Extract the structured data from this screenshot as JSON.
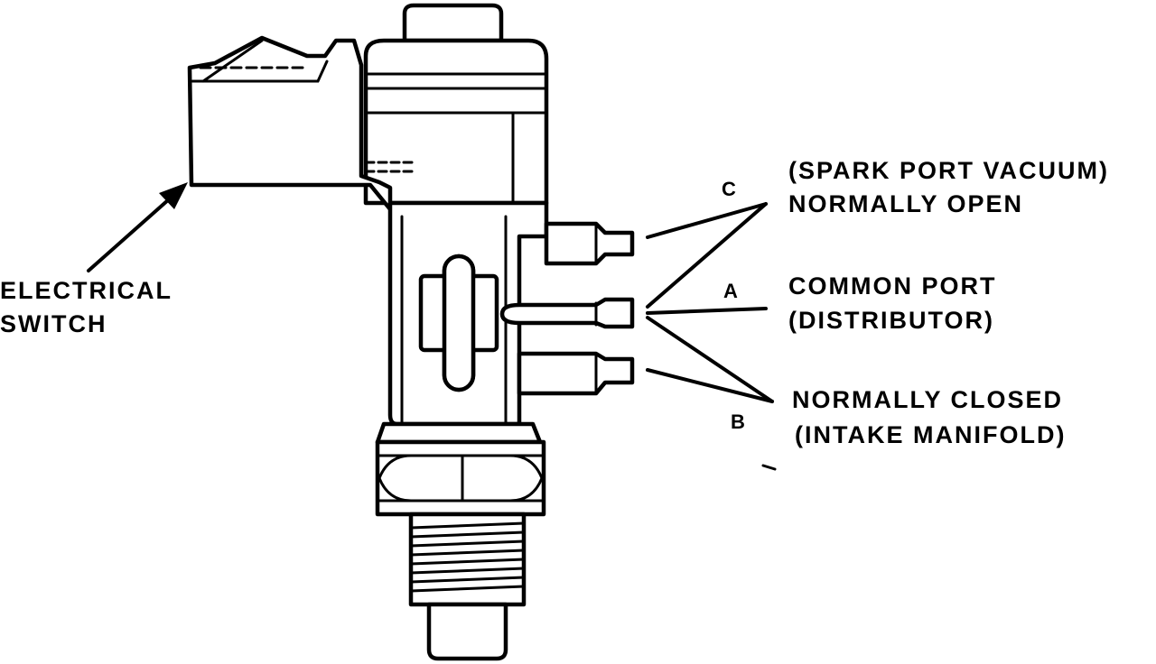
{
  "labels": {
    "electrical_switch": [
      "ELECTRICAL",
      "SWITCH"
    ],
    "port_c": {
      "letter": "C",
      "lines": [
        "(SPARK PORT VACUUM)",
        "NORMALLY OPEN"
      ]
    },
    "port_a": {
      "letter": "A",
      "lines": [
        "COMMON PORT",
        "(DISTRIBUTOR)"
      ]
    },
    "port_b": {
      "letter": "B",
      "lines": [
        "NORMALLY CLOSED",
        "(INTAKE MANIFOLD)"
      ]
    }
  }
}
